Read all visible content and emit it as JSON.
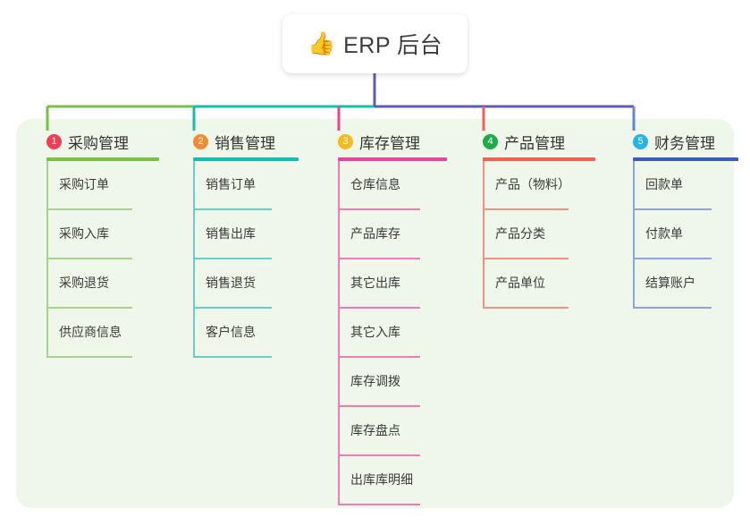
{
  "title": {
    "icon": "thumbs-up-emoji",
    "icon_glyph": "👍",
    "text": "ERP 后台"
  },
  "theme": {
    "panel_bg": "#eef7e9",
    "page_bg": "#ffffff",
    "stem_color": "#5b5bbf",
    "bus_left_color": "#7ac143",
    "bus_mid_color": "#11bfae",
    "bus_right_color": "#5b5bbf"
  },
  "columns": [
    {
      "number": "1",
      "title": "采购管理",
      "badge_color": "#ef3e56",
      "rule_color": "#7ac143",
      "leaf_color": "#a8d18d",
      "drop_color": "#7ac143",
      "items": [
        "采购订单",
        "采购入库",
        "采购退货",
        "供应商信息"
      ]
    },
    {
      "number": "2",
      "title": "销售管理",
      "badge_color": "#f58a30",
      "rule_color": "#11bfae",
      "leaf_color": "#63cfc5",
      "drop_color": "#11bfae",
      "items": [
        "销售订单",
        "销售出库",
        "销售退货",
        "客户信息"
      ]
    },
    {
      "number": "3",
      "title": "库存管理",
      "badge_color": "#f5b921",
      "rule_color": "#e8439b",
      "leaf_color": "#ef7cb8",
      "drop_color": "#e8439b",
      "items": [
        "仓库信息",
        "产品库存",
        "其它出库",
        "其它入库",
        "库存调拨",
        "库存盘点",
        "出库库明细"
      ]
    },
    {
      "number": "4",
      "title": "产品管理",
      "badge_color": "#1fab48",
      "rule_color": "#f4604f",
      "leaf_color": "#f58e83",
      "drop_color": "#f4604f",
      "items": [
        "产品（物料）",
        "产品分类",
        "产品单位"
      ]
    },
    {
      "number": "5",
      "title": "财务管理",
      "badge_color": "#26b3e8",
      "rule_color": "#3a5bbf",
      "leaf_color": "#8fa4de",
      "drop_color": "#6b83cf",
      "items": [
        "回款单",
        "付款单",
        "结算账户"
      ]
    }
  ]
}
